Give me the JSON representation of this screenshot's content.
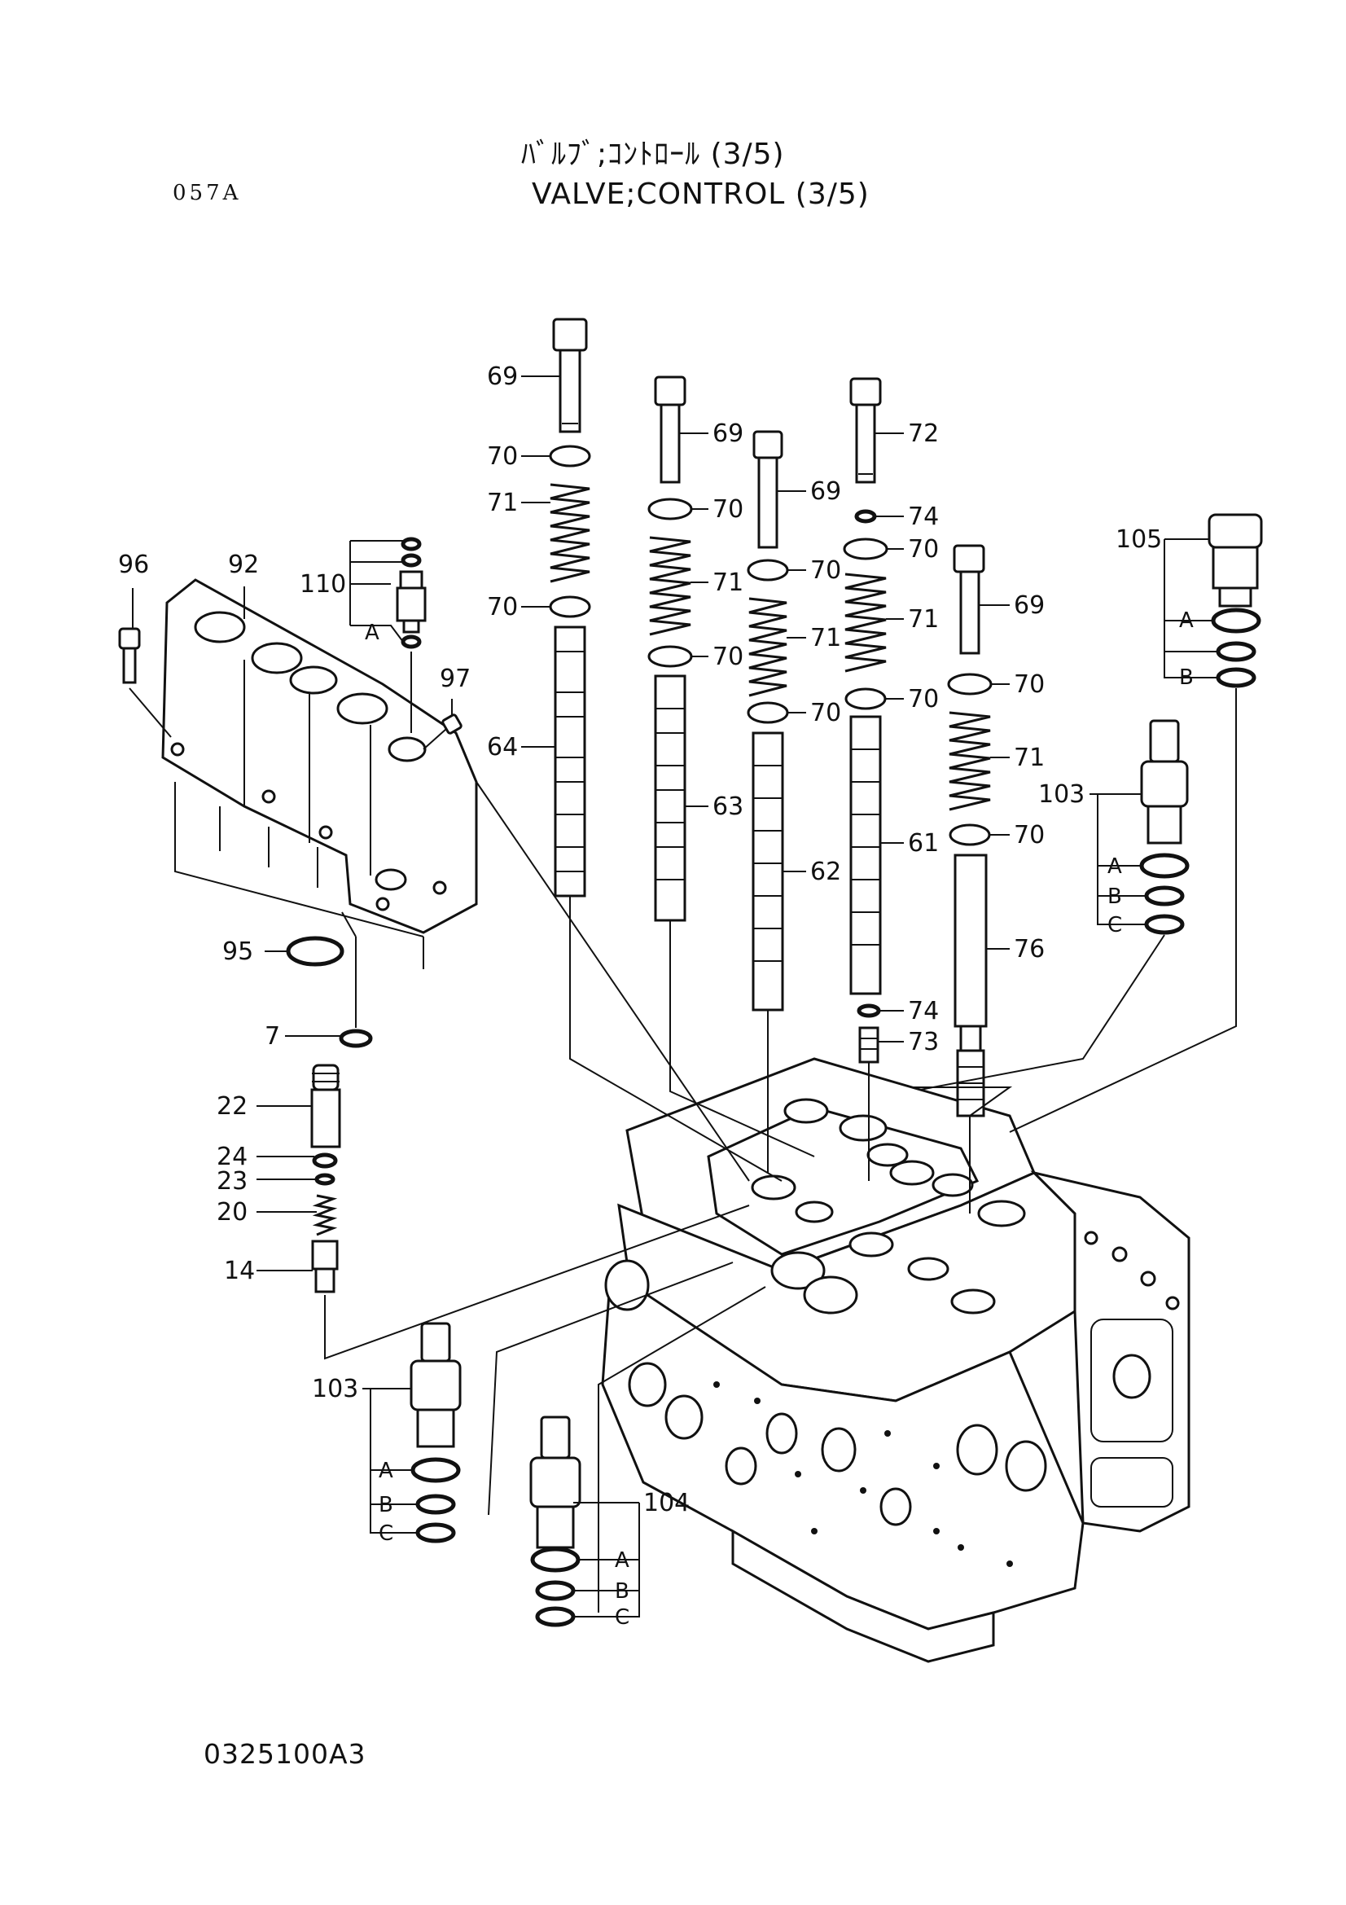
{
  "header": {
    "title_jp": "ﾊﾞﾙﾌﾞ;ｺﾝﾄﾛｰﾙ (3/5)",
    "title_en": "VALVE;CONTROL (3/5)",
    "page_code": "057A",
    "drawing_no": "0325100A3"
  },
  "callouts": {
    "c69a": "69",
    "c70a": "70",
    "c71a": "71",
    "c70b": "70",
    "c64": "64",
    "c69b": "69",
    "c70c": "70",
    "c71b": "71",
    "c70d": "70",
    "c63": "63",
    "c69c": "69",
    "c70e": "70",
    "c71c": "71",
    "c70f": "70",
    "c62": "62",
    "c72": "72",
    "c74a": "74",
    "c70g": "70",
    "c71d": "71",
    "c70h": "70",
    "c61": "61",
    "c74b": "74",
    "c73": "73",
    "c69d": "69",
    "c70i": "70",
    "c71e": "71",
    "c70j": "70",
    "c76": "76",
    "c96": "96",
    "c92": "92",
    "c110": "110",
    "c110A": "A",
    "c97": "97",
    "c95": "95",
    "c7": "7",
    "c22": "22",
    "c24": "24",
    "c23": "23",
    "c20": "20",
    "c14": "14",
    "c105": "105",
    "c105A": "A",
    "c105B": "B",
    "c103r": "103",
    "c103rA": "A",
    "c103rB": "B",
    "c103rC": "C",
    "c103l": "103",
    "c103lA": "A",
    "c103lB": "B",
    "c103lC": "C",
    "c104": "104",
    "c104A": "A",
    "c104B": "B",
    "c104C": "C"
  }
}
